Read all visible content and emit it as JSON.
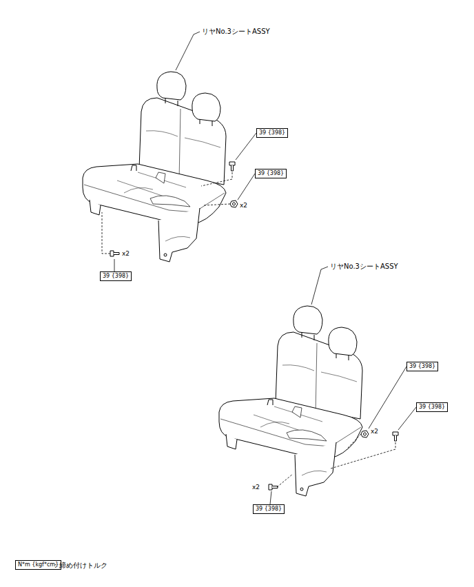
{
  "diagram": {
    "nodes": [
      {
        "text": [
          "39 {398}"
        ]
      },
      {
        "text": [
          "39 {398}"
        ]
      },
      {
        "text": [
          "39 {398}"
        ]
      },
      {
        "text": [
          "39 {398}"
        ]
      },
      {
        "text": [
          "39 {398}"
        ]
      },
      {
        "text": [
          "39 {398}"
        ]
      },
      {
        "text": [
          "N*m {kgf*cm}"
        ]
      }
    ],
    "labels": [
      "リヤNo.3シートASSY",
      "x2",
      "x2",
      "リヤNo.3シートASSY",
      "x2",
      "x2",
      ": 締め付けトルク"
    ]
  }
}
